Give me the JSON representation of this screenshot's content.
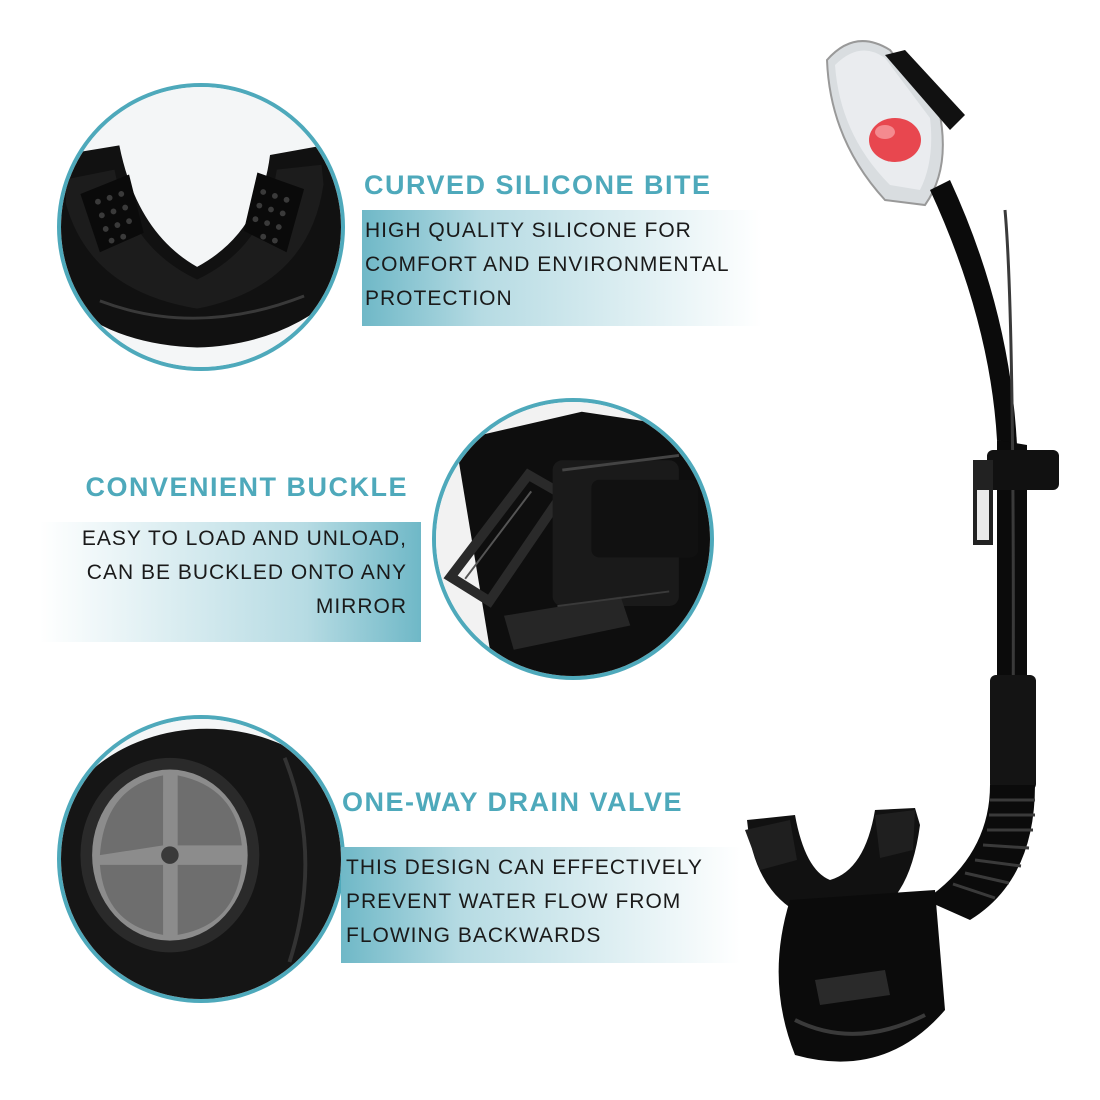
{
  "features": [
    {
      "title": "CURVED SILICONE BITE",
      "lines": [
        "HIGH QUALITY SILICONE FOR",
        "COMFORT AND ENVIRONMENTAL",
        "PROTECTION"
      ],
      "image": "mouthpiece-closeup"
    },
    {
      "title": "CONVENIENT BUCKLE",
      "lines": [
        "EASY TO LOAD AND UNLOAD,",
        "CAN BE BUCKLED ONTO ANY",
        "MIRROR"
      ],
      "image": "buckle-closeup"
    },
    {
      "title": "ONE-WAY DRAIN VALVE",
      "lines": [
        "THIS DESIGN CAN EFFECTIVELY",
        "PREVENT WATER FLOW FROM",
        "FLOWING BACKWARDS"
      ],
      "image": "drain-valve-closeup"
    }
  ],
  "colors": {
    "accent": "#4ea9bb",
    "product_body": "#0b0b0b",
    "valve_float": "#e8474f"
  }
}
